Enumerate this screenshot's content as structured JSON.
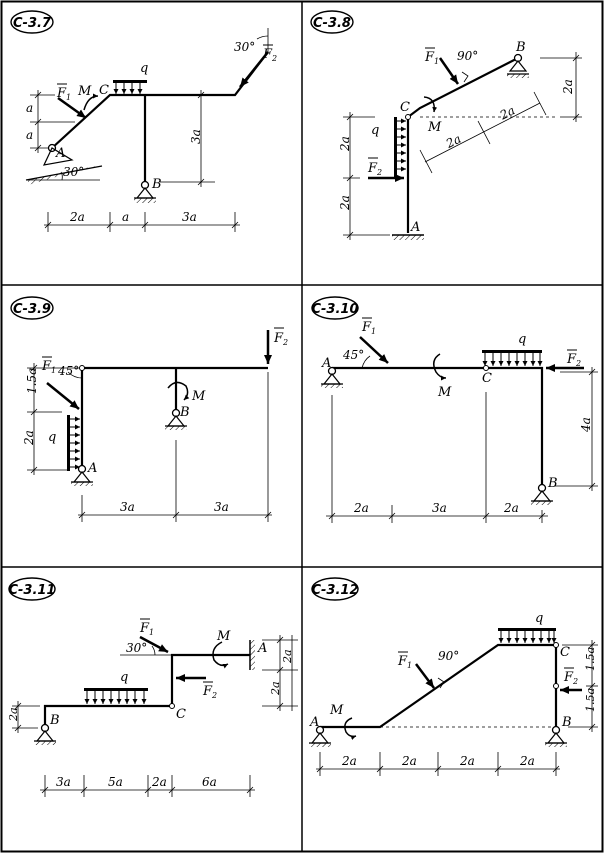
{
  "panels": [
    {
      "id": "C-3.7",
      "labels": {
        "F1": "F",
        "F1s": "1",
        "F2": "F",
        "F2s": "2",
        "M": "M",
        "q": "q",
        "A": "A",
        "B": "B",
        "C": "C",
        "ang": "30°",
        "ang2": "30°",
        "da": "a",
        "da2": "a",
        "d3a": "3a",
        "dx1": "2a",
        "dx2": "a",
        "dx3": "3a"
      }
    },
    {
      "id": "C-3.8",
      "labels": {
        "F1": "F",
        "F1s": "1",
        "F2": "F",
        "F2s": "2",
        "M": "M",
        "q": "q",
        "A": "A",
        "B": "B",
        "C": "C",
        "ang": "90°",
        "d2a_r": "2a",
        "d2a_s1": "2a",
        "d2a_s2": "2a",
        "d2a_l1": "2a",
        "d2a_l2": "2a"
      }
    },
    {
      "id": "C-3.9",
      "labels": {
        "F1": "F",
        "F1s": "1",
        "F2": "F",
        "F2s": "2",
        "M": "M",
        "q": "q",
        "A": "A",
        "B": "B",
        "ang": "45°",
        "d15a": "1.5a",
        "d2a": "2a",
        "dx1": "3a",
        "dx2": "3a"
      }
    },
    {
      "id": "C-3.10",
      "labels": {
        "F1": "F",
        "F1s": "1",
        "F2": "F",
        "F2s": "2",
        "M": "M",
        "q": "q",
        "A": "A",
        "B": "B",
        "C": "C",
        "ang": "45°",
        "d4a": "4a",
        "dx1": "2a",
        "dx2": "3a",
        "dx3": "2a"
      }
    },
    {
      "id": "C-3.11",
      "labels": {
        "F1": "F",
        "F1s": "1",
        "F2": "F",
        "F2s": "2",
        "M": "M",
        "q": "q",
        "A": "A",
        "B": "B",
        "C": "C",
        "ang": "30°",
        "dy1": "2a",
        "dy2": "2a",
        "dy3": "2a",
        "dx1": "3a",
        "dx2": "5a",
        "dx3": "2a",
        "dx4": "6a"
      }
    },
    {
      "id": "C-3.12",
      "labels": {
        "F1": "F",
        "F1s": "1",
        "F2": "F",
        "F2s": "2",
        "M": "M",
        "q": "q",
        "A": "A",
        "B": "B",
        "C": "C",
        "ang": "90°",
        "dy1": "1.5a",
        "dy2": "1.5a",
        "dx1": "2a",
        "dx2": "2a",
        "dx3": "2a",
        "dx4": "2a"
      }
    }
  ]
}
